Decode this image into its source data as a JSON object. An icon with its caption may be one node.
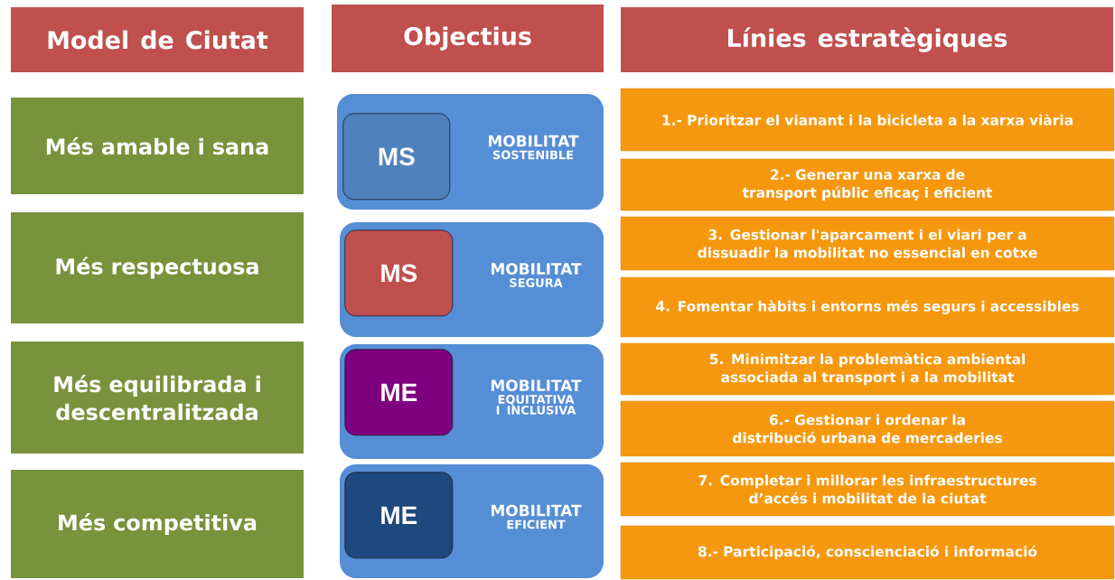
{
  "diagram": {
    "nodes": [
      {
        "text": [
          "Model de Ciutat"
        ]
      },
      {
        "text": [
          "Objectius"
        ]
      },
      {
        "text": [
          "Línies estratègiques"
        ]
      },
      {
        "text": [
          "Més amable i sana"
        ]
      },
      {
        "text": [
          "Més respectuosa"
        ]
      },
      {
        "text": [
          "Més equilibrada i descentralitzada"
        ]
      },
      {
        "text": [
          "Més competitiva"
        ]
      },
      {
        "text": [
          "MOBILITAT",
          "SOSTENIBLE"
        ]
      },
      {
        "text": [
          "MS"
        ],
        "in": 7
      },
      {
        "text": [
          "MOBILITAT",
          "SEGURA"
        ]
      },
      {
        "text": [
          "MS"
        ],
        "in": 9
      },
      {
        "text": [
          "MOBILITAT",
          "EQUITATIVA I INCLUSIVA"
        ]
      },
      {
        "text": [
          "ME"
        ],
        "in": 11
      },
      {
        "text": [
          "MOBILITAT",
          "EFICIENT"
        ]
      },
      {
        "text": [
          "ME"
        ],
        "in": 13
      },
      {
        "text": [
          "1.- Prioritzar el vianant i la bicicleta a la xarxa viària"
        ]
      },
      {
        "text": [
          "2.- Generar una xarxa de transport públic eficaç i eficient"
        ]
      },
      {
        "text": [
          "3. Gestionar l'aparcament i el viari per a dissuadir la mobilitat no essencial en cotxe"
        ]
      },
      {
        "text": [
          "4. Fomentar hàbits i entorns més segurs i accessibles"
        ]
      },
      {
        "text": [
          "5. Minimitzar la problemàtica ambiental associada al transport i a la mobilitat"
        ]
      },
      {
        "text": [
          "6.- Gestionar i ordenar la distribució urbana de mercaderies"
        ]
      },
      {
        "text": [
          "7. Completar i millorar les infraestructures d’accés i mobilitat de la ciutat"
        ]
      },
      {
        "text": [
          "8.- Participació, conscienciació i informació"
        ]
      }
    ]
  }
}
